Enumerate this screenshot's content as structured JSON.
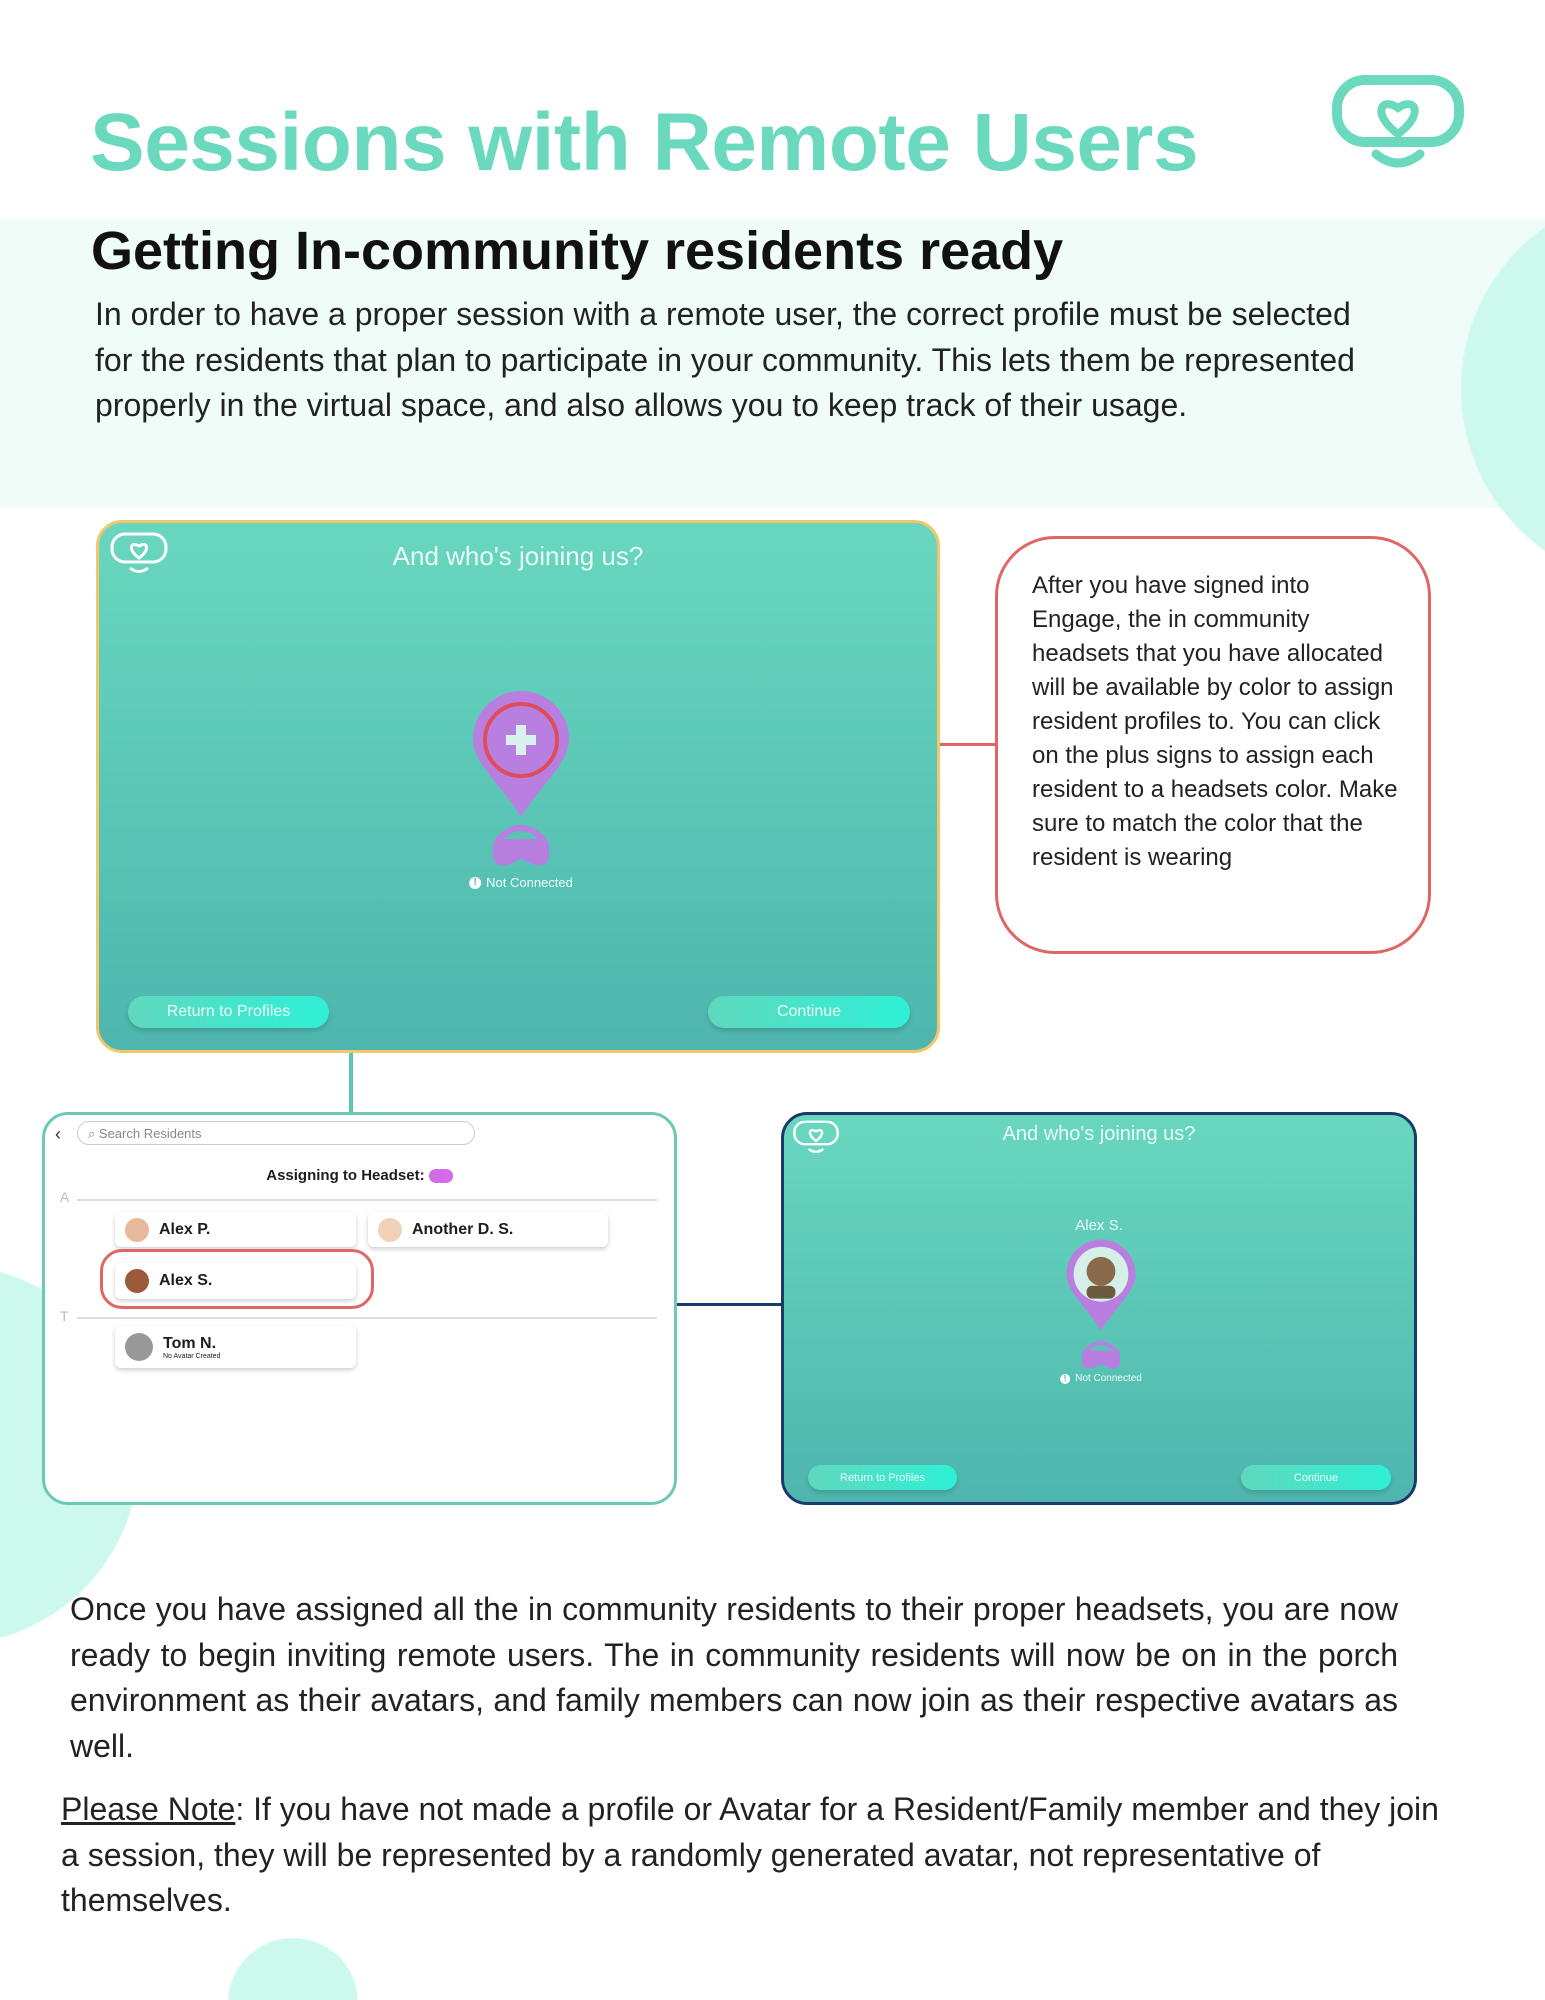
{
  "title": "Sessions with Remote Users",
  "section_heading": "Getting In-community residents ready",
  "intro_paragraph": "In order to have a proper session with a remote user, the correct profile must be selected for the residents that plan to participate in your community. This lets them be represented properly in the virtual space, and also allows you to keep track of their usage.",
  "callout_text": "After you have signed into Engage, the in community headsets that you have allocated will be available by color to assign resident profiles to. You can click on the plus signs to assign each resident to a headsets color. Make sure to match the color that the resident is wearing",
  "screen1": {
    "title": "And who's joining us?",
    "status": "Not Connected",
    "return_button": "Return to Profiles",
    "continue_button": "Continue"
  },
  "screen2": {
    "search_placeholder": "Search Residents",
    "assigning_label": "Assigning to Headset:",
    "sections": [
      {
        "letter": "A"
      },
      {
        "letter": "T"
      }
    ],
    "residents": [
      {
        "name": "Alex P."
      },
      {
        "name": "Another D. S."
      },
      {
        "name": "Alex S."
      },
      {
        "name": "Tom N.",
        "note": "No Avatar Created"
      }
    ]
  },
  "screen3": {
    "title": "And who's joining us?",
    "assigned_name": "Alex S.",
    "status": "Not Connected",
    "return_button": "Return to Profiles",
    "continue_button": "Continue"
  },
  "closing_paragraph": "Once you have assigned all the in community residents to their proper headsets, you are now ready to begin inviting remote users. The in community residents will now be on in the porch environment as their avatars, and family members can now join as their respective avatars as well.",
  "note": {
    "label": "Please Note",
    "text": ": If you have not made a profile or Avatar for a Resident/Family member and they join a session, they will be represented by a randomly generated avatar, not representative of themselves."
  },
  "colors": {
    "accent": "#6bd9bd",
    "headset": "#b97fe0",
    "highlight": "#e06666",
    "gold": "#f0c86a",
    "navy": "#1a3a6b"
  }
}
